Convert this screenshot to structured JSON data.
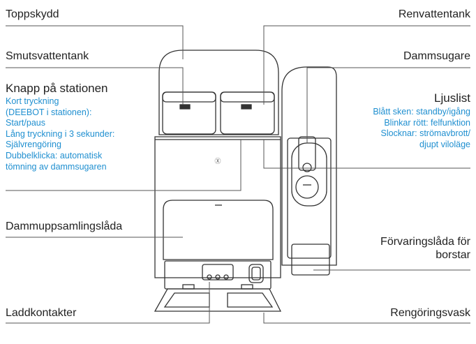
{
  "labels": {
    "top_cover": "Toppskydd",
    "dirty_tank": "Smutsvattentank",
    "station_button": "Knapp på stationen",
    "dust_box": "Dammuppsamlingslåda",
    "charging_contacts": "Laddkontakter",
    "clean_tank": "Renvattentank",
    "vacuum": "Dammsugare",
    "light_bar": "Ljuslist",
    "brush_box_line1": "Förvaringslåda för",
    "brush_box_line2": "borstar",
    "cleaning_tray": "Rengöringsvask"
  },
  "button_desc": [
    "Kort tryckning",
    "(DEEBOT i stationen):",
    "Start/paus",
    "Lång tryckning i 3 sekunder:",
    "Självrengöring",
    "Dubbelklicka: automatisk",
    "tömning av dammsugaren"
  ],
  "light_desc": [
    "Blått sken: standby/igång",
    "Blinkar rött: felfunktion",
    "Slocknar: strömavbrott/",
    "djupt viloläge"
  ],
  "colors": {
    "text": "#222222",
    "accent_blue": "#1f8fd0",
    "line": "#555555",
    "outline": "#333333"
  }
}
